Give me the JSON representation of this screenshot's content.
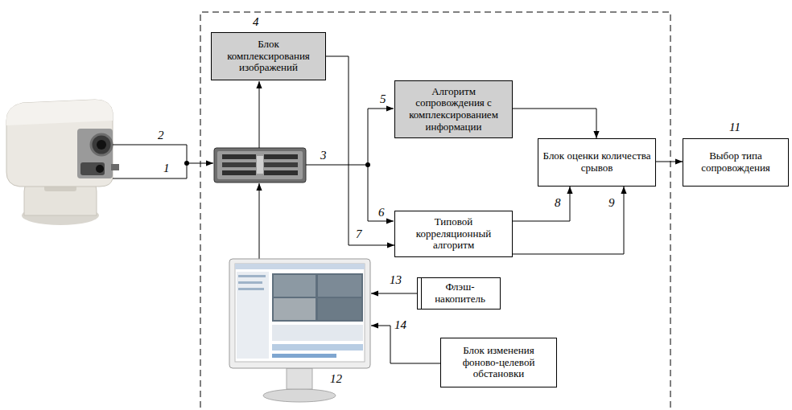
{
  "diagram": {
    "nodes": [
      {
        "text": [
          "Блок комплексирования изображений"
        ]
      },
      {
        "text": [
          "Алгоритм сопровождения с комплексированием информации"
        ]
      },
      {
        "text": [
          "Блок оценки количества срывов"
        ]
      },
      {
        "text": [
          "Выбор типа сопровождения"
        ]
      },
      {
        "text": [
          "Типовой корреляционный алгоритм"
        ]
      },
      {
        "text": [
          "Флэш-накопитель"
        ]
      },
      {
        "text": [
          "Блок изменения фоново-целевой обстановки"
        ]
      }
    ],
    "edges": [
      {
        "from": 0,
        "to": 4,
        "arrow": "to",
        "label": "7"
      },
      {
        "from": 1,
        "to": 2,
        "arrow": "to"
      },
      {
        "from": 4,
        "to": 2,
        "arrow": "to",
        "label": "8"
      },
      {
        "from": 4,
        "to": 2,
        "arrow": "to",
        "label": "9"
      },
      {
        "from": 2,
        "to": 3,
        "arrow": "to"
      }
    ],
    "labels": [
      "4",
      "2",
      "1",
      "3",
      "5",
      "6",
      "11",
      "13",
      "14",
      "12"
    ]
  }
}
